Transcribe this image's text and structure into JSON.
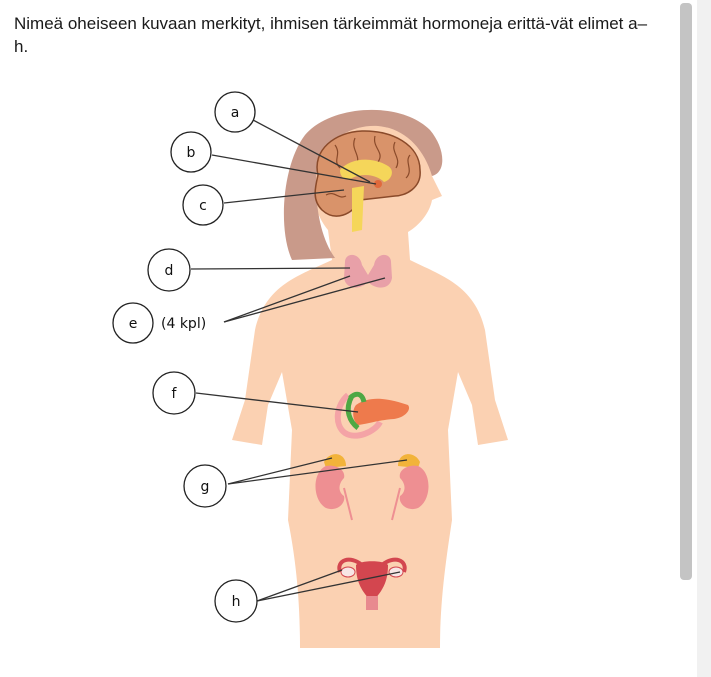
{
  "question": "Nimeä oheiseen kuvaan merkityt, ihmisen tärkeimmät hormoneja erittä-vät elimet a–h.",
  "labels": {
    "a": "a",
    "b": "b",
    "c": "c",
    "d": "d",
    "e": "e",
    "e_note": "(4 kpl)",
    "f": "f",
    "g": "g",
    "h": "h"
  },
  "colors": {
    "skin": "#fbd1b2",
    "hair": "#c99a8a",
    "brain": "#d9936a",
    "brain_outline": "#8a4a2a",
    "pituitary": "#f5d65a",
    "thyroid": "#e8a0a8",
    "pancreas": "#ee7a4c",
    "gallbladder": "#4ea844",
    "adrenal": "#f2b33a",
    "kidney": "#ee8f92",
    "uterus": "#d3464f"
  }
}
